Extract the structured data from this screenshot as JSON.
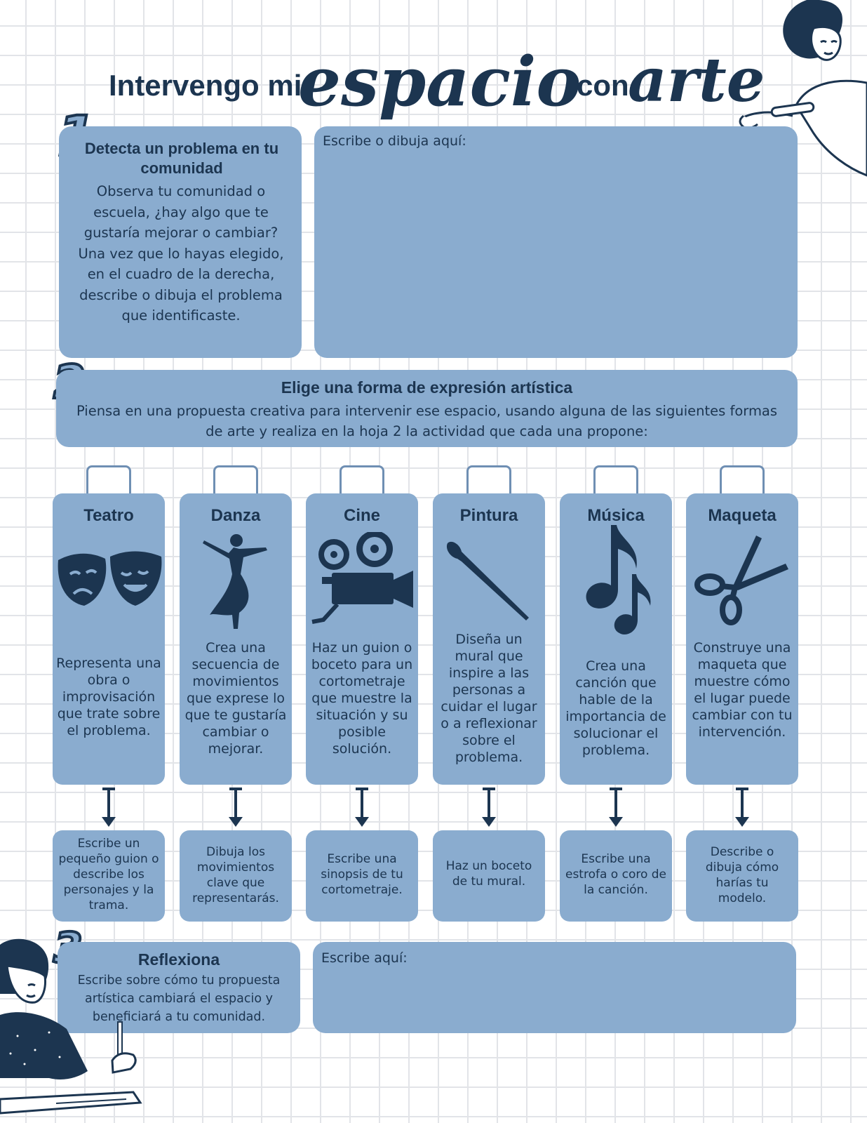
{
  "title": {
    "part1": "Intervengo mi",
    "part2": "espacio",
    "part3": "con",
    "part4": "arte"
  },
  "step1": {
    "number": "1",
    "heading": "Detecta un problema en tu comunidad",
    "text": "Observa tu comunidad o escuela, ¿hay algo que te gustaría mejorar o cambiar? Una vez que lo hayas elegido, en el cuadro de la derecha, describe o dibuja el problema que identificaste.",
    "answer_label": "Escribe o dibuja aquí:"
  },
  "step2": {
    "number": "2",
    "heading": "Elige una forma de expresión artística",
    "text": "Piensa en una propuesta creativa para intervenir ese espacio, usando alguna de las siguientes formas de arte y realiza en la hoja 2 la actividad que cada una propone:"
  },
  "options": [
    {
      "title": "Teatro",
      "icon": "theater-masks-icon",
      "desc": "Representa una obra o improvisación que trate sobre el problema.",
      "task": "Escribe un pequeño guion o describe los personajes y la trama."
    },
    {
      "title": "Danza",
      "icon": "dancer-icon",
      "desc": "Crea una secuencia de movimientos que exprese lo que te gustaría cambiar o mejorar.",
      "task": "Dibuja los movimientos clave que representarás."
    },
    {
      "title": "Cine",
      "icon": "film-camera-icon",
      "desc": "Haz un guion o boceto para un cortometraje que muestre la situación y su posible solución.",
      "task": "Escribe una sinopsis de tu cortometraje."
    },
    {
      "title": "Pintura",
      "icon": "paintbrush-icon",
      "desc": "Diseña un mural que inspire a las personas a cuidar el lugar o a reflexionar sobre el problema.",
      "task": "Haz un boceto de tu mural."
    },
    {
      "title": "Música",
      "icon": "music-note-icon",
      "desc": "Crea una canción que hable de la importancia de solucionar el problema.",
      "task": "Escribe una estrofa o coro de la canción."
    },
    {
      "title": "Maqueta",
      "icon": "scissors-icon",
      "desc": "Construye una maqueta que muestre cómo el lugar puede cambiar con tu intervención.",
      "task": "Describe o dibuja cómo harías tu modelo."
    }
  ],
  "step3": {
    "number": "3",
    "heading": "Reflexiona",
    "text": "Escribe sobre cómo tu propuesta artística cambiará el espacio y beneficiará a tu comunidad.",
    "answer_label": "Escribe aquí:"
  },
  "colors": {
    "box": "#8aaccf",
    "navy": "#1c3550",
    "grid": "#e2e4e8"
  }
}
